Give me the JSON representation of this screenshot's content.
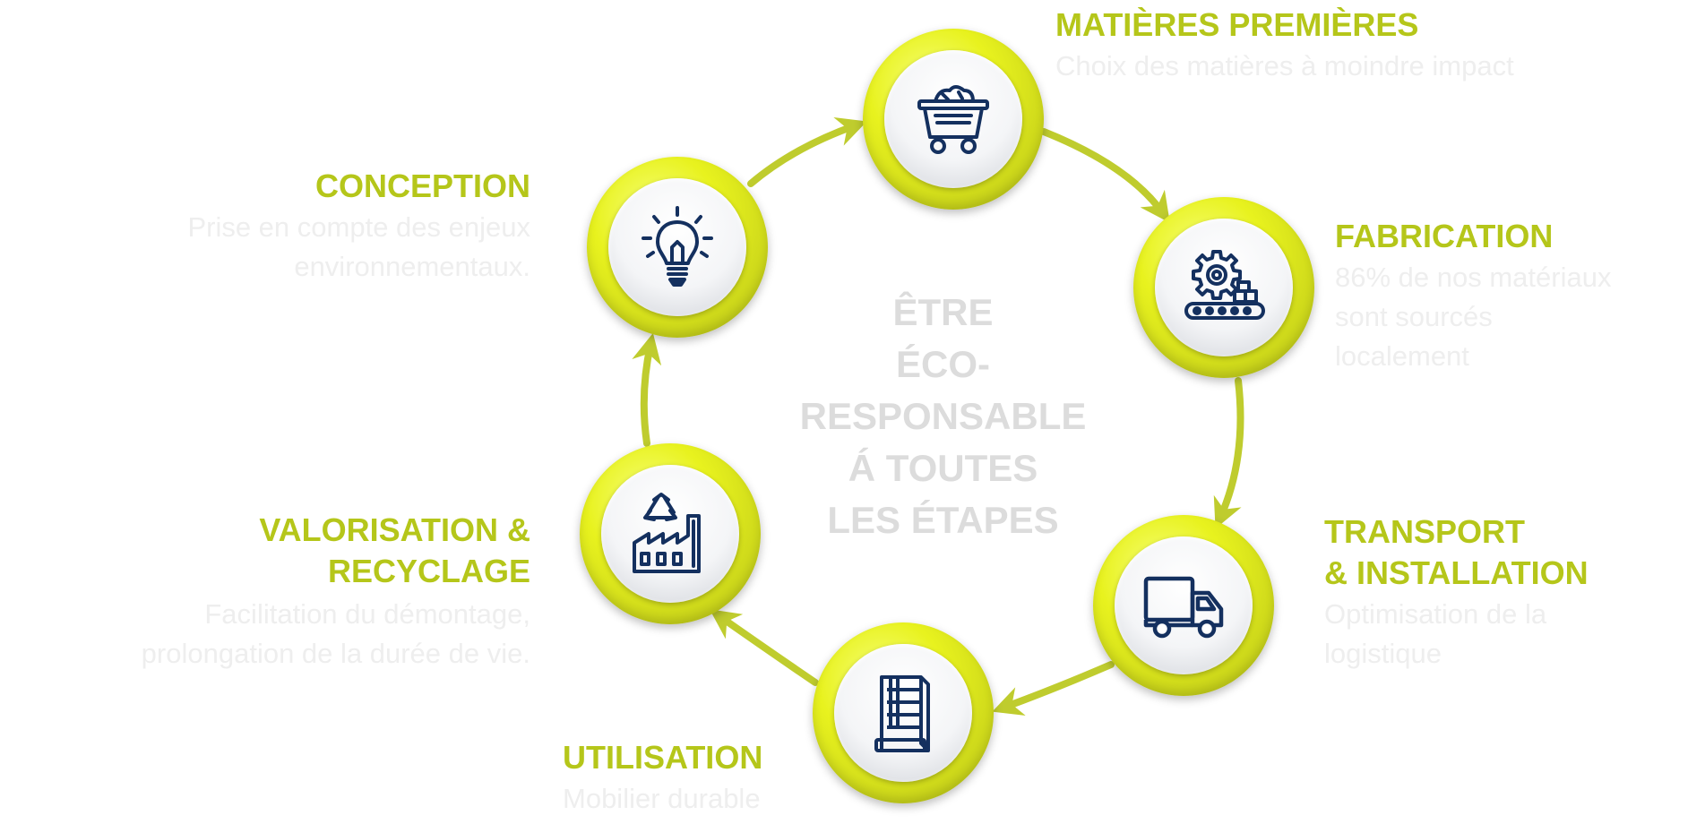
{
  "center": {
    "lines": [
      "ÊTRE",
      "ÉCO-",
      "RESPONSABLE",
      "Á TOUTES",
      "LES ÉTAPES"
    ]
  },
  "steps": {
    "matieres": {
      "title": "MATIÈRES PREMIÈRES",
      "desc": [
        "Choix des matières à moindre impact"
      ],
      "icon": "mine-cart-icon"
    },
    "fabrication": {
      "title": "FABRICATION",
      "desc": [
        "86% de nos matériaux",
        "sont sourcés",
        "localement"
      ],
      "icon": "gear-conveyor-icon"
    },
    "transport": {
      "title": [
        "TRANSPORT",
        "& INSTALLATION"
      ],
      "desc": [
        "Optimisation de la",
        "logistique"
      ],
      "icon": "truck-icon"
    },
    "utilisation": {
      "title": "UTILISATION",
      "desc": [
        "Mobilier durable"
      ],
      "icon": "shelf-icon"
    },
    "valorisation": {
      "title": [
        "VALORISATION &",
        "RECYCLAGE"
      ],
      "desc": [
        "Facilitation du démontage,",
        "prolongation de la durée de vie."
      ],
      "icon": "recycle-factory-icon"
    },
    "conception": {
      "title": "CONCEPTION",
      "desc": [
        "Prise en compte des enjeux",
        "environnementaux."
      ],
      "icon": "lightbulb-icon"
    }
  },
  "colors": {
    "accent": "#b5c61a",
    "ring": "#e8f21e",
    "icon": "#14305f",
    "desc": "#eeeeee",
    "center": "#dcdcdc"
  }
}
